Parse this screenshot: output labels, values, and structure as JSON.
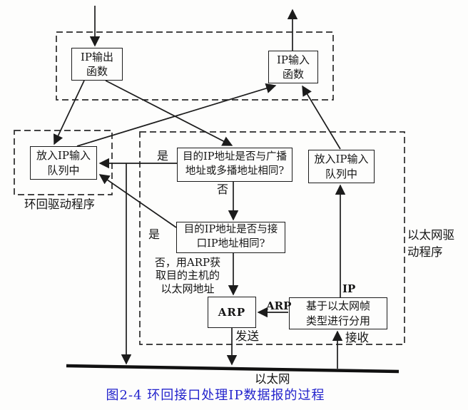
{
  "figure": {
    "caption": "图2-4  环回接口处理IP数据报的过程"
  },
  "regions": {
    "loopback_driver_label": "环回驱动程序",
    "ethernet_driver_label": "以太网驱\n动程序"
  },
  "nodes": {
    "ip_output": "IP输出\n函数",
    "ip_input": "IP输入\n函数",
    "loopback_queue": "放入IP输入\n队列中",
    "decision_broadcast": "目的IP地址是否与广播\n地址或多播地址相同?",
    "decision_interface": "目的IP地址是否与接\n口IP地址相同?",
    "arp": "ARP",
    "demux": "基于以太网帧\n类型进行分用",
    "ethernet_queue": "放入IP输入\n队列中"
  },
  "edge_labels": {
    "yes_broadcast": "是",
    "no_broadcast": "否",
    "yes_interface": "是",
    "arp_note": "否，用ARP获\n取目的主机的\n以太网地址",
    "arp_frame": "ARP",
    "ip_frame": "IP",
    "send": "发送",
    "receive": "接收",
    "ethernet_bus": "以太网"
  },
  "colors": {
    "caption": "#2222cc",
    "ink": "#1c1c1c"
  }
}
